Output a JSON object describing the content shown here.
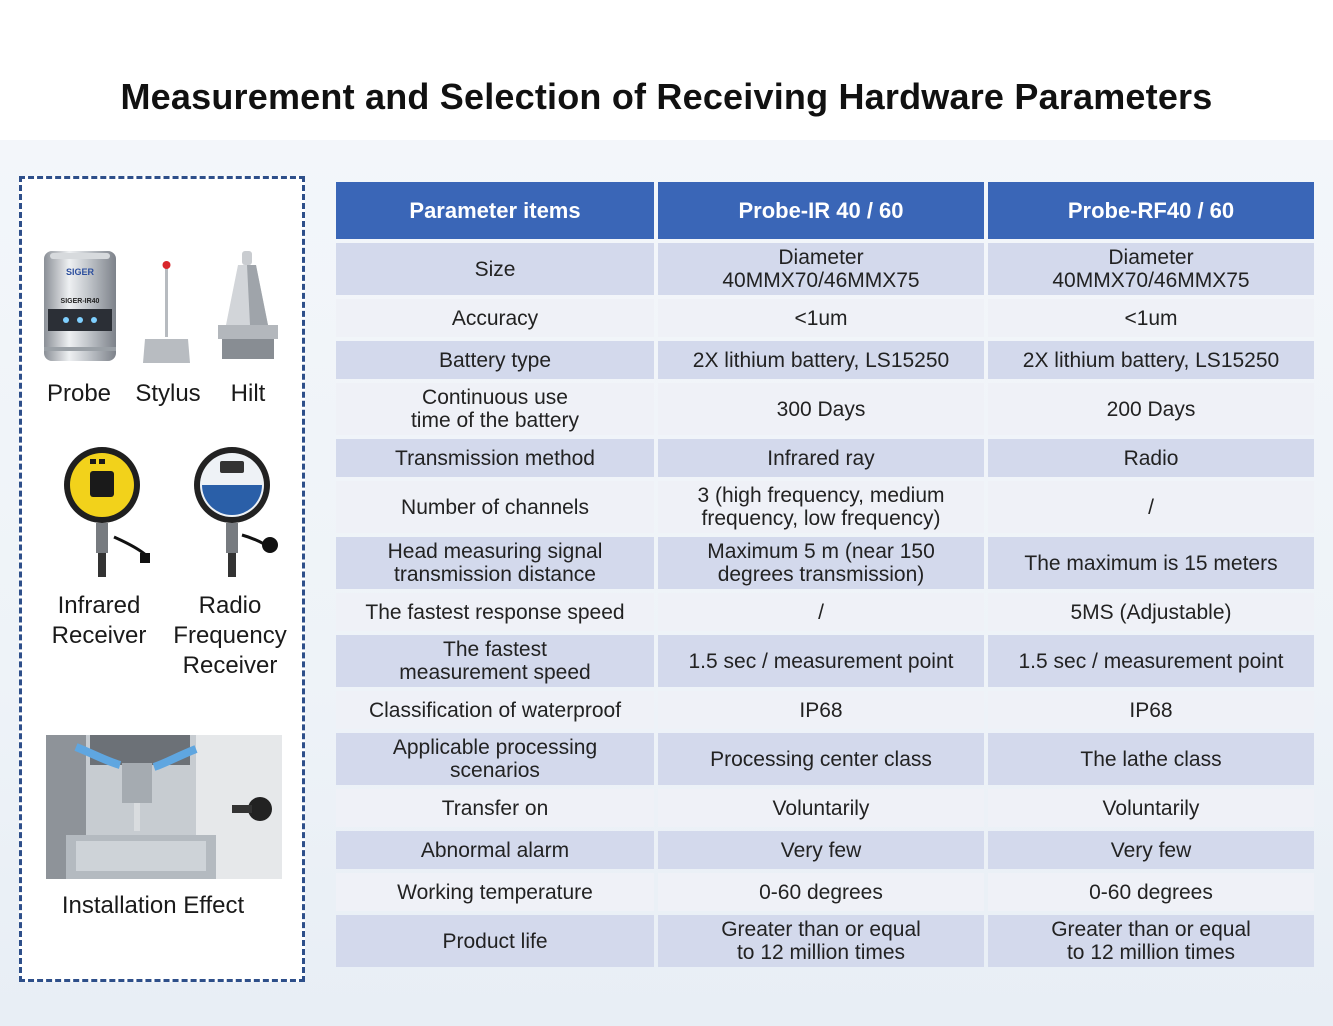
{
  "title": "Measurement and Selection of Receiving Hardware Parameters",
  "left_panel": {
    "products": [
      {
        "caption": "Probe",
        "brand": "SIGER",
        "model": "SIGER-IR40"
      },
      {
        "caption": "Stylus"
      },
      {
        "caption": "Hilt"
      }
    ],
    "receivers": [
      {
        "caption_lines": [
          "Infrared",
          "Receiver"
        ]
      },
      {
        "caption_lines": [
          "Radio",
          "Frequency",
          "Receiver"
        ]
      }
    ],
    "installation_caption": "Installation Effect"
  },
  "table": {
    "headers": [
      "Parameter items",
      "Probe-IR 40 / 60",
      "Probe-RF40 / 60"
    ],
    "rows": [
      {
        "param": [
          "Size"
        ],
        "ir": [
          "Diameter",
          "40MMX70/46MMX75"
        ],
        "rf": [
          "Diameter",
          "40MMX70/46MMX75"
        ]
      },
      {
        "param": [
          "Accuracy"
        ],
        "ir": [
          "<1um"
        ],
        "rf": [
          "<1um"
        ]
      },
      {
        "param": [
          "Battery type"
        ],
        "ir": [
          "2X lithium battery, LS15250"
        ],
        "rf": [
          "2X lithium battery, LS15250"
        ]
      },
      {
        "param": [
          "Continuous use",
          "time of the battery"
        ],
        "ir": [
          "300 Days"
        ],
        "rf": [
          "200 Days"
        ]
      },
      {
        "param": [
          "Transmission method"
        ],
        "ir": [
          "Infrared ray"
        ],
        "rf": [
          "Radio"
        ]
      },
      {
        "param": [
          "Number of channels"
        ],
        "ir": [
          "3 (high frequency, medium",
          "frequency, low frequency)"
        ],
        "rf": [
          "/"
        ]
      },
      {
        "param": [
          "Head measuring signal",
          "transmission distance"
        ],
        "ir": [
          "Maximum 5 m (near 150",
          "degrees transmission)"
        ],
        "rf": [
          "The maximum is 15 meters"
        ]
      },
      {
        "param": [
          "The fastest response speed"
        ],
        "ir": [
          "/"
        ],
        "rf": [
          "5MS (Adjustable)"
        ]
      },
      {
        "param": [
          "The fastest",
          "measurement speed"
        ],
        "ir": [
          "1.5 sec / measurement point"
        ],
        "rf": [
          "1.5 sec / measurement point"
        ]
      },
      {
        "param": [
          "Classification of waterproof"
        ],
        "ir": [
          "IP68"
        ],
        "rf": [
          "IP68"
        ]
      },
      {
        "param": [
          "Applicable processing",
          "scenarios"
        ],
        "ir": [
          "Processing center class"
        ],
        "rf": [
          "The lathe class"
        ]
      },
      {
        "param": [
          "Transfer on"
        ],
        "ir": [
          "Voluntarily"
        ],
        "rf": [
          "Voluntarily"
        ]
      },
      {
        "param": [
          "Abnormal alarm"
        ],
        "ir": [
          "Very few"
        ],
        "rf": [
          "Very few"
        ]
      },
      {
        "param": [
          "Working temperature"
        ],
        "ir": [
          "0-60 degrees"
        ],
        "rf": [
          "0-60 degrees"
        ]
      },
      {
        "param": [
          "Product life"
        ],
        "ir": [
          "Greater than or equal",
          "to 12 million times"
        ],
        "rf": [
          "Greater than or equal",
          "to 12 million times"
        ]
      }
    ]
  },
  "colors": {
    "header_blue": "#3a66b7",
    "row_dark": "#d3d9ec",
    "row_light": "#eff1f7",
    "panel_border": "#2e4f8a",
    "receiver_yellow": "#f2d21b"
  }
}
